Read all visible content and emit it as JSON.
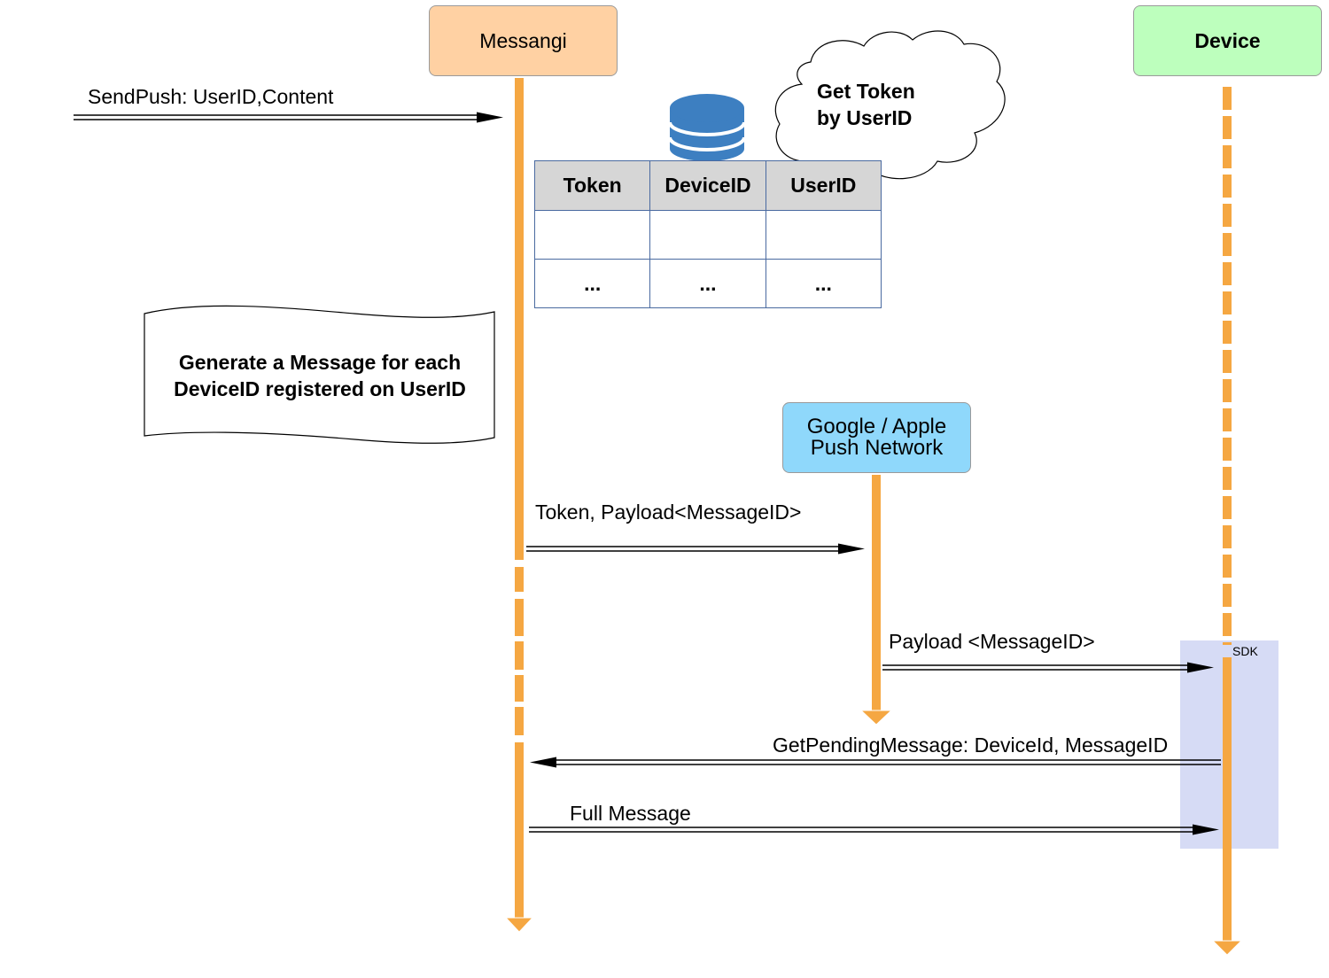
{
  "actors": {
    "messangi": "Messangi",
    "device": "Device",
    "push_network_line1": "Google / Apple",
    "push_network_line2": "Push Network"
  },
  "messages": {
    "send_push": "SendPush: UserID,Content",
    "token_payload": "Token, Payload<MessageID>",
    "payload": "Payload <MessageID>",
    "get_pending": "GetPendingMessage: DeviceId, MessageID",
    "full_message": "Full Message"
  },
  "cloud": {
    "line1": "Get Token",
    "line2": "by UserID"
  },
  "note": {
    "line1": "Generate a Message for each",
    "line2": "DeviceID registered on UserID"
  },
  "table": {
    "headers": [
      "Token",
      "DeviceID",
      "UserID"
    ],
    "rows": [
      [
        "",
        "",
        ""
      ],
      [
        "...",
        "...",
        "..."
      ]
    ]
  },
  "sdk_label": "SDK",
  "colors": {
    "lifeline": "#f5a742",
    "messangi_box": "#ffd1a3",
    "device_box": "#bdffbd",
    "push_box": "#8fd8fb",
    "sdk_region": "#d6dbf5",
    "database": "#3d7fc1"
  }
}
